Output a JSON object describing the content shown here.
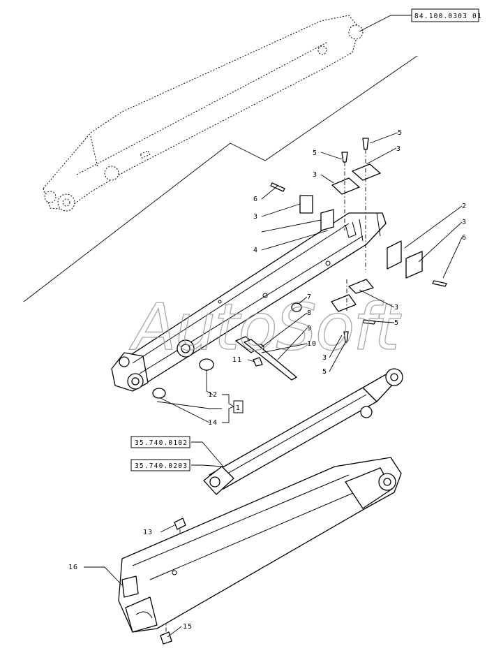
{
  "references": {
    "top": "84.100.0303 01",
    "cylinder_a": "35.740.0102",
    "cylinder_b": "35.740.0203"
  },
  "callouts": {
    "c1": "1",
    "c2": "2",
    "c3": "3",
    "c4": "4",
    "c5": "5",
    "c6": "6",
    "c7": "7",
    "c8": "8",
    "c9": "9",
    "c10": "10",
    "c11": "11",
    "c12": "12",
    "c13": "13",
    "c14": "14",
    "c15": "15",
    "c16": "16"
  },
  "watermark": "AutoSoft"
}
